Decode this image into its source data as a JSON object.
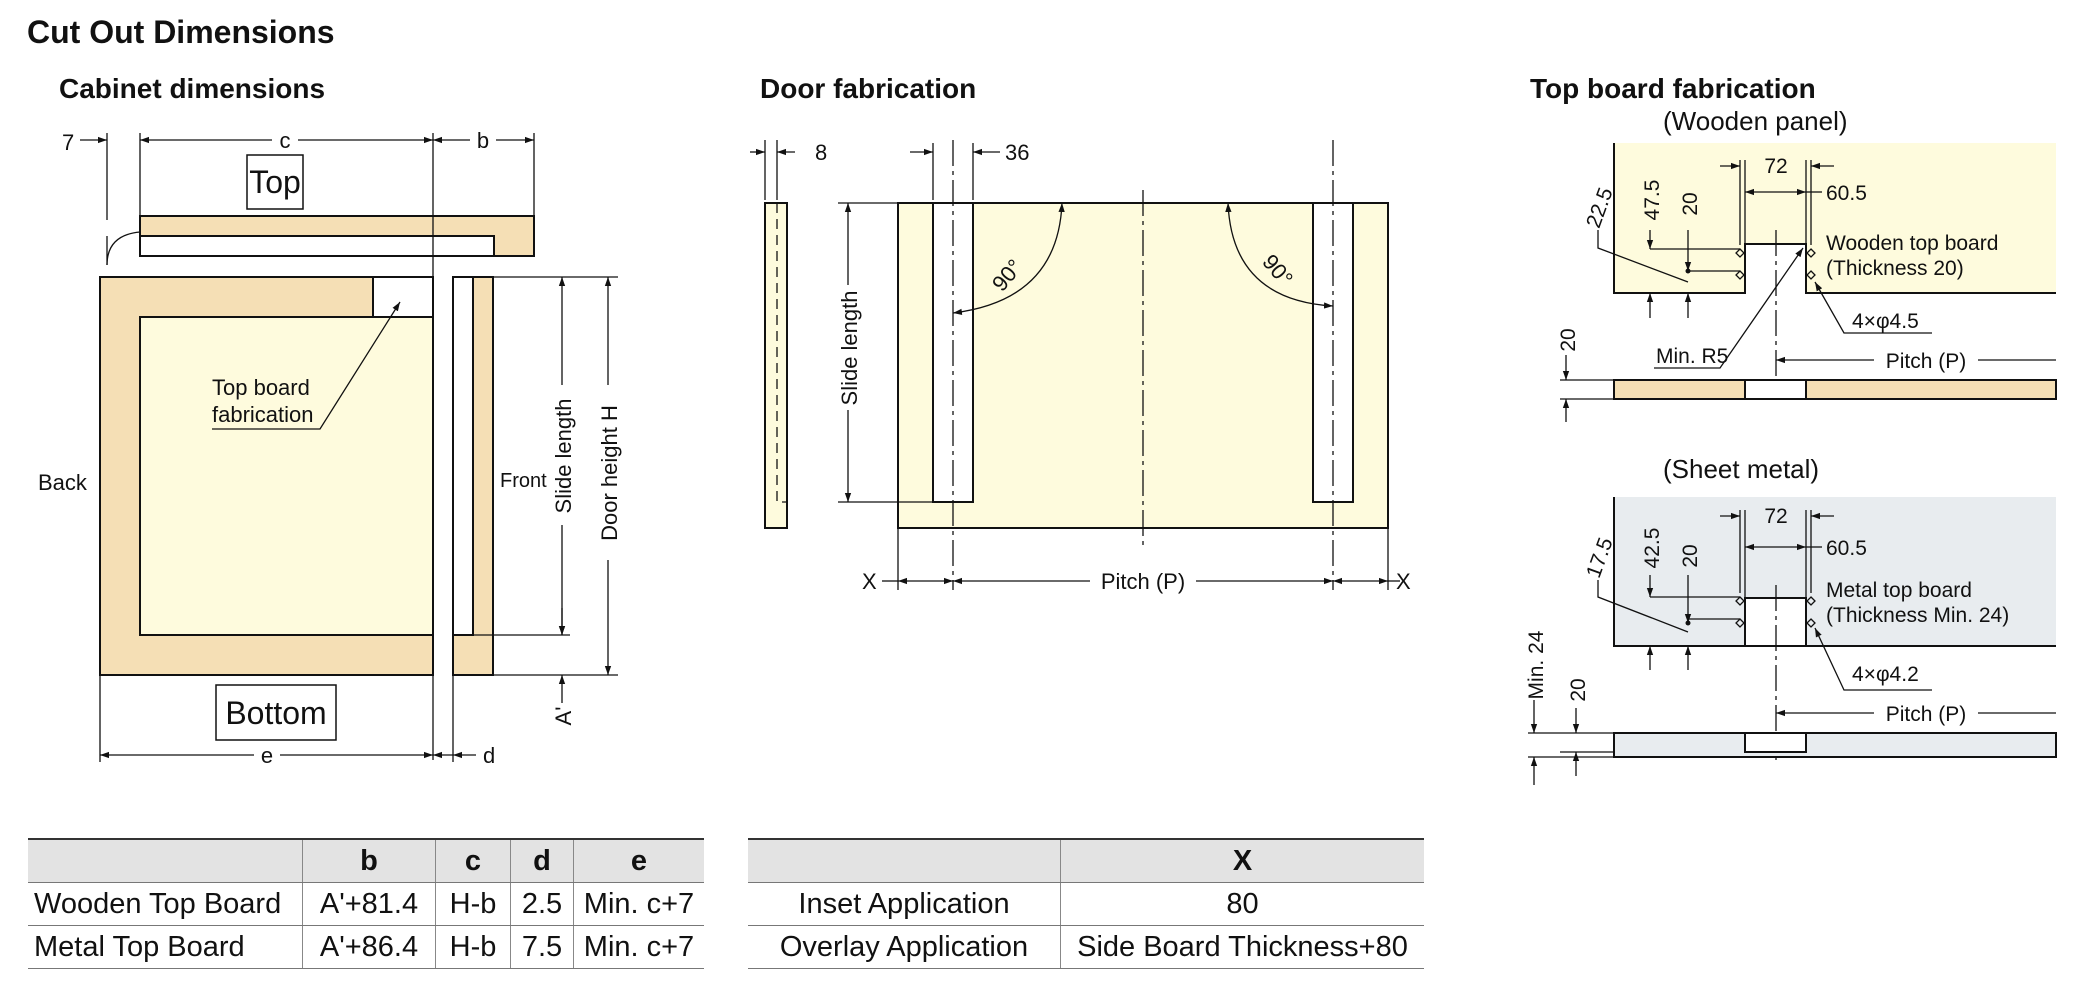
{
  "page_title": "Cut Out Dimensions",
  "cabinet": {
    "title": "Cabinet dimensions",
    "dim_7": "7",
    "dim_c": "c",
    "dim_b": "b",
    "label_top": "Top",
    "label_bottom": "Bottom",
    "label_back": "Back",
    "label_front": "Front",
    "callout_line1": "Top board",
    "callout_line2": "fabrication",
    "dim_slide_length": "Slide length",
    "dim_door_height": "Door height H",
    "dim_a_prime": "A'",
    "dim_e": "e",
    "dim_d": "d"
  },
  "door": {
    "title": "Door fabrication",
    "dim_8": "8",
    "dim_36": "36",
    "dim_slide_length": "Slide length",
    "angle_left": "90°",
    "angle_right": "90°",
    "dim_x_left": "X",
    "dim_pitch": "Pitch (P)",
    "dim_x_right": "X"
  },
  "top_board": {
    "title": "Top board fabrication",
    "wooden": {
      "subtitle": "(Wooden panel)",
      "dim_72": "72",
      "dim_60_5": "60.5",
      "dim_47_5": "47.5",
      "dim_20_v": "20",
      "dim_22_5": "22.5",
      "note_line1": "Wooden top board",
      "note_line2": "(Thickness 20)",
      "holes": "4×φ4.5",
      "min_r5": "Min. R5",
      "dim_20_side": "20",
      "pitch": "Pitch (P)"
    },
    "metal": {
      "subtitle": "(Sheet metal)",
      "dim_72": "72",
      "dim_60_5": "60.5",
      "dim_42_5": "42.5",
      "dim_20_v": "20",
      "dim_17_5": "17.5",
      "note_line1": "Metal top board",
      "note_line2": "(Thickness Min. 24)",
      "holes": "4×φ4.2",
      "min_24": "Min. 24",
      "dim_20_side": "20",
      "pitch": "Pitch (P)"
    }
  },
  "table_cabinet": {
    "headers": [
      "",
      "b",
      "c",
      "d",
      "e"
    ],
    "rows": [
      [
        "Wooden Top Board",
        "A'+81.4",
        "H-b",
        "2.5",
        "Min. c+7"
      ],
      [
        "Metal Top Board",
        "A'+86.4",
        "H-b",
        "7.5",
        "Min. c+7"
      ]
    ]
  },
  "table_door": {
    "headers": [
      "",
      "X"
    ],
    "rows": [
      [
        "Inset Application",
        "80"
      ],
      [
        "Overlay Application",
        "Side Board Thickness+80"
      ]
    ]
  },
  "colors": {
    "wood": "#f5dfb5",
    "cream_panel": "#fefbdd",
    "sheet_metal": "#e8ecef",
    "table_header": "#e3e3e3"
  }
}
